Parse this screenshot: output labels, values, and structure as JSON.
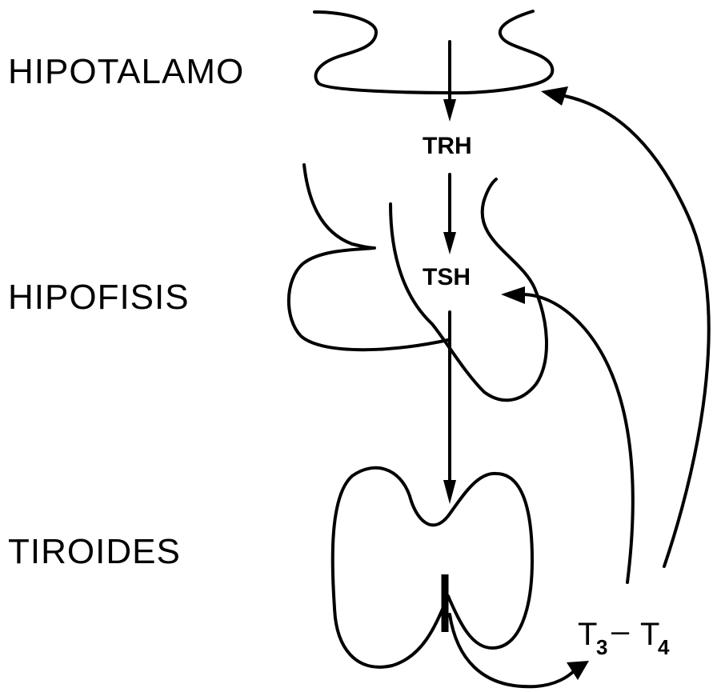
{
  "labels": {
    "hypothalamus": "HIPOTALAMO",
    "pituitary": "HIPOFISIS",
    "thyroid": "TIROIDES"
  },
  "hormones": {
    "trh": "TRH",
    "tsh": "TSH",
    "t3": "T",
    "t3_sub": "3",
    "dash": "–",
    "t4": "T",
    "t4_sub": "4"
  }
}
